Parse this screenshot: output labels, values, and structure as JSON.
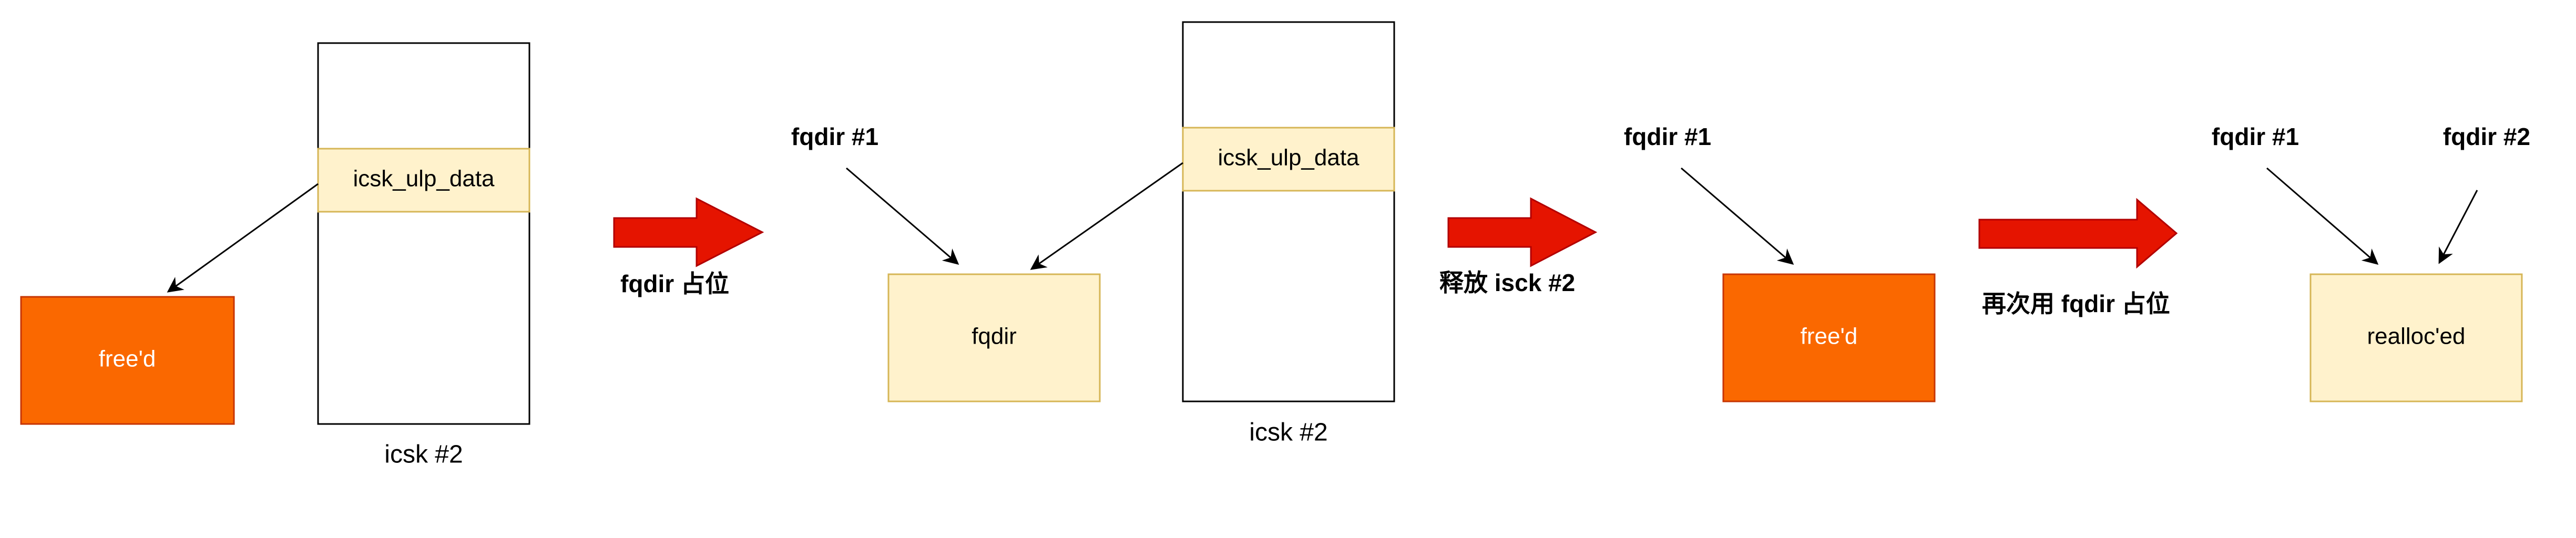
{
  "colors": {
    "freed_fill": "#FA6800",
    "freed_stroke": "#C73500",
    "light_fill": "#FFF2CC",
    "light_stroke": "#D6B656",
    "arrow_fill": "#E51400",
    "arrow_stroke": "#B20000",
    "line": "#000000"
  },
  "stage1": {
    "freed_label": "free'd",
    "field_label": "icsk_ulp_data",
    "socket_caption": "icsk #2"
  },
  "step1_label": "fqdir 占位",
  "stage2": {
    "pointer_label": "fqdir #1",
    "object_label": "fqdir",
    "field_label": "icsk_ulp_data",
    "socket_caption": "icsk #2"
  },
  "step2_label": "释放 isck #2",
  "stage3": {
    "pointer_label": "fqdir #1",
    "freed_label": "free'd"
  },
  "step3_label": "再次用 fqdir 占位",
  "stage4": {
    "pointer1_label": "fqdir #1",
    "pointer2_label": "fqdir #2",
    "object_label": "realloc'ed"
  }
}
